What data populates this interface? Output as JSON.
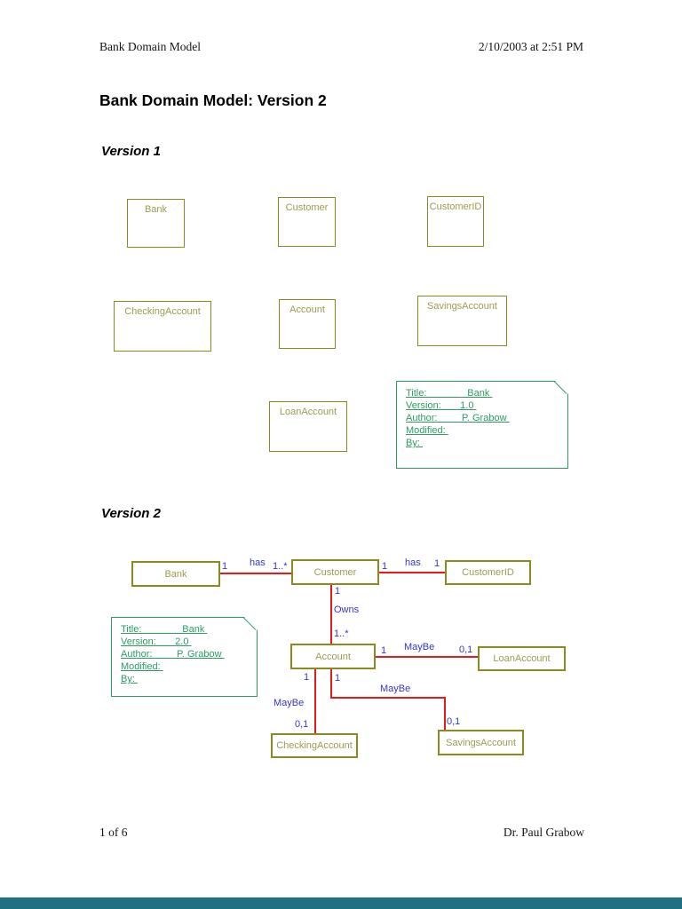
{
  "page": {
    "header_left": "Bank Domain Model",
    "header_right": "2/10/2003 at 2:51 PM",
    "title": "Bank Domain Model: Version 2",
    "footer_left": "1 of 6",
    "footer_right": "Dr. Paul Grabow"
  },
  "sections": {
    "version1_heading": "Version 1",
    "version2_heading": "Version 2"
  },
  "colors": {
    "class_box_border": "#8a8a1f",
    "class_box_text": "#9c9c50",
    "note_green": "#2e9b63",
    "connector_red": "#e31b1b",
    "relation_blue": "#3535cf",
    "viewer_bar_teal": "#20707f"
  },
  "version1": {
    "classes": {
      "bank": "Bank",
      "customer": "Customer",
      "customer_id": "CustomerID",
      "checking": "CheckingAccount",
      "account": "Account",
      "savings": "SavingsAccount",
      "loan": "LoanAccount"
    },
    "note": {
      "lines": [
        "Title:               Bank ",
        "Version:       1.0 ",
        "Author:         P. Grabow ",
        "Modified: ",
        "By: "
      ]
    }
  },
  "version2": {
    "classes": {
      "bank": "Bank",
      "customer": "Customer",
      "customer_id": "CustomerID",
      "account": "Account",
      "loan": "LoanAccount",
      "checking": "CheckingAccount",
      "savings": "SavingsAccount"
    },
    "note": {
      "lines": [
        "Title:               Bank ",
        "Version:       2.0 ",
        "Author:         P. Grabow ",
        "Modified: ",
        "By: "
      ]
    },
    "relations": {
      "bank_customer": {
        "label": "has",
        "bank_mult": "1",
        "customer_mult": "1..*"
      },
      "customer_customerid": {
        "label": "has",
        "customer_mult": "1",
        "customerid_mult": "1"
      },
      "customer_account": {
        "label": "Owns",
        "customer_mult": "1",
        "account_mult": "1..*"
      },
      "account_loan": {
        "label": "MayBe",
        "account_mult": "1",
        "loan_mult": "0,1"
      },
      "account_checking": {
        "label": "MayBe",
        "account_mult": "1",
        "checking_mult": "0,1"
      },
      "account_savings": {
        "label": "MayBe",
        "account_mult": "1",
        "savings_mult": "0,1"
      }
    }
  }
}
